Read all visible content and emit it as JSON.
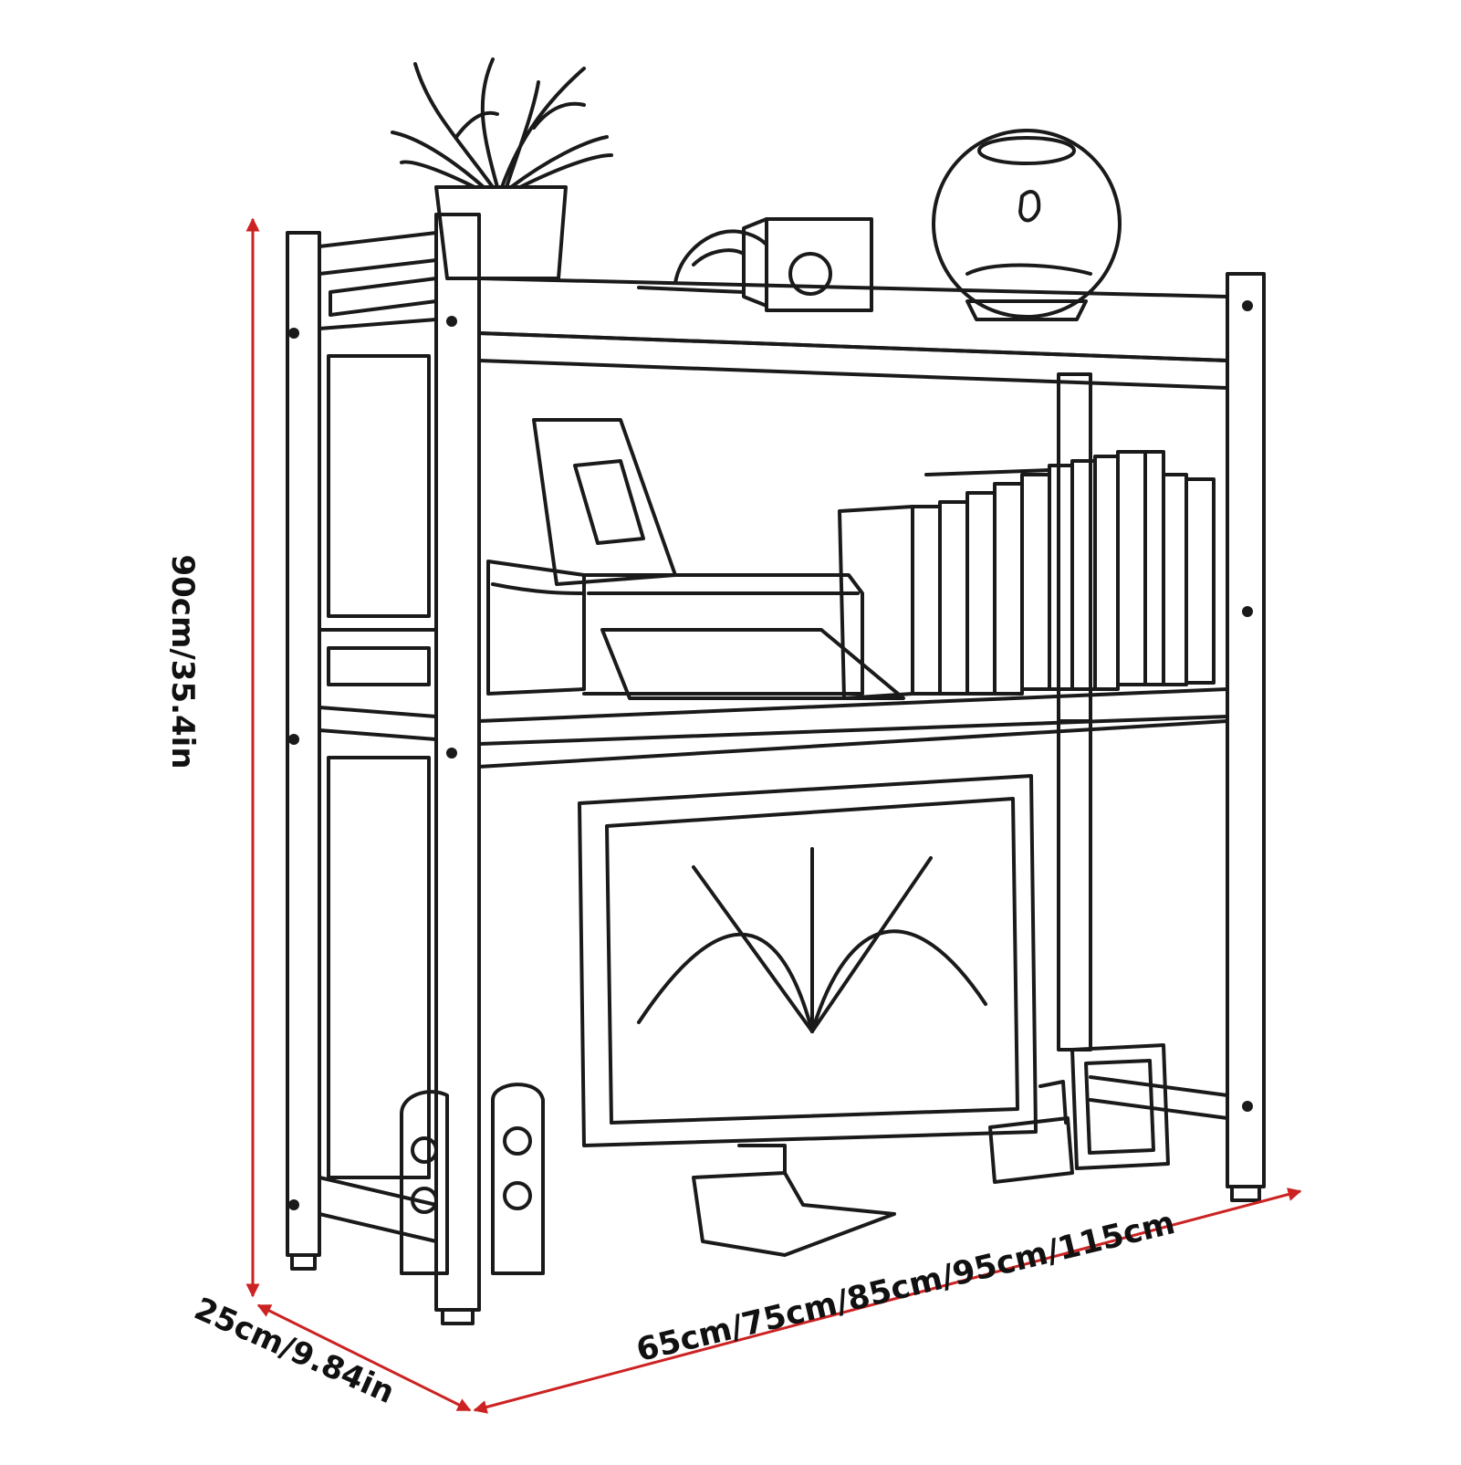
{
  "dimensions": {
    "height": "90cm/35.4in",
    "depth": "25cm/9.84in",
    "width": "65cm/75cm/85cm/95cm/115cm"
  },
  "colors": {
    "dimension_line": "#cc2222",
    "outline": "#1a1a1a",
    "background": "#ffffff"
  }
}
